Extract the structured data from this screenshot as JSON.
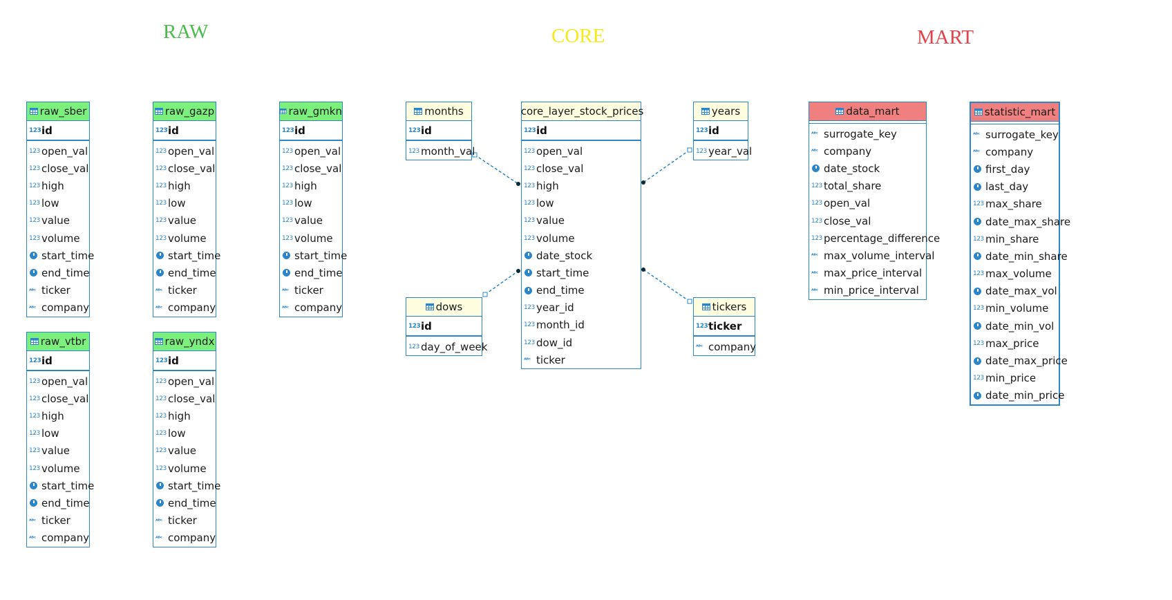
{
  "sections": {
    "raw": {
      "label": "RAW",
      "color": "#4cbb4c"
    },
    "core": {
      "label": "CORE",
      "color": "#f5ea1a"
    },
    "mart": {
      "label": "MART",
      "color": "#e8404a"
    }
  },
  "header_colors": {
    "raw": "#7cf07c",
    "core": "#fffde0",
    "mart": "#f08080"
  },
  "tables": {
    "raw_sber": {
      "name": "raw_sber",
      "pk": "id",
      "fields": [
        {
          "name": "open_val",
          "type": "123"
        },
        {
          "name": "close_val",
          "type": "123"
        },
        {
          "name": "high",
          "type": "123"
        },
        {
          "name": "low",
          "type": "123"
        },
        {
          "name": "value",
          "type": "123"
        },
        {
          "name": "volume",
          "type": "123"
        },
        {
          "name": "start_time",
          "type": "clock"
        },
        {
          "name": "end_time",
          "type": "clock"
        },
        {
          "name": "ticker",
          "type": "abc"
        },
        {
          "name": "company",
          "type": "abc"
        }
      ]
    },
    "raw_gazp": {
      "name": "raw_gazp",
      "pk": "id",
      "fields": [
        {
          "name": "open_val",
          "type": "123"
        },
        {
          "name": "close_val",
          "type": "123"
        },
        {
          "name": "high",
          "type": "123"
        },
        {
          "name": "low",
          "type": "123"
        },
        {
          "name": "value",
          "type": "123"
        },
        {
          "name": "volume",
          "type": "123"
        },
        {
          "name": "start_time",
          "type": "clock"
        },
        {
          "name": "end_time",
          "type": "clock"
        },
        {
          "name": "ticker",
          "type": "abc"
        },
        {
          "name": "company",
          "type": "abc"
        }
      ]
    },
    "raw_gmkn": {
      "name": "raw_gmkn",
      "pk": "id",
      "fields": [
        {
          "name": "open_val",
          "type": "123"
        },
        {
          "name": "close_val",
          "type": "123"
        },
        {
          "name": "high",
          "type": "123"
        },
        {
          "name": "low",
          "type": "123"
        },
        {
          "name": "value",
          "type": "123"
        },
        {
          "name": "volume",
          "type": "123"
        },
        {
          "name": "start_time",
          "type": "clock"
        },
        {
          "name": "end_time",
          "type": "clock"
        },
        {
          "name": "ticker",
          "type": "abc"
        },
        {
          "name": "company",
          "type": "abc"
        }
      ]
    },
    "raw_vtbr": {
      "name": "raw_vtbr",
      "pk": "id",
      "fields": [
        {
          "name": "open_val",
          "type": "123"
        },
        {
          "name": "close_val",
          "type": "123"
        },
        {
          "name": "high",
          "type": "123"
        },
        {
          "name": "low",
          "type": "123"
        },
        {
          "name": "value",
          "type": "123"
        },
        {
          "name": "volume",
          "type": "123"
        },
        {
          "name": "start_time",
          "type": "clock"
        },
        {
          "name": "end_time",
          "type": "clock"
        },
        {
          "name": "ticker",
          "type": "abc"
        },
        {
          "name": "company",
          "type": "abc"
        }
      ]
    },
    "raw_yndx": {
      "name": "raw_yndx",
      "pk": "id",
      "fields": [
        {
          "name": "open_val",
          "type": "123"
        },
        {
          "name": "close_val",
          "type": "123"
        },
        {
          "name": "high",
          "type": "123"
        },
        {
          "name": "low",
          "type": "123"
        },
        {
          "name": "value",
          "type": "123"
        },
        {
          "name": "volume",
          "type": "123"
        },
        {
          "name": "start_time",
          "type": "clock"
        },
        {
          "name": "end_time",
          "type": "clock"
        },
        {
          "name": "ticker",
          "type": "abc"
        },
        {
          "name": "company",
          "type": "abc"
        }
      ]
    },
    "months": {
      "name": "months",
      "pk": "id",
      "fields": [
        {
          "name": "month_val",
          "type": "123"
        }
      ]
    },
    "dows": {
      "name": "dows",
      "pk": "id",
      "fields": [
        {
          "name": "day_of_week",
          "type": "123"
        }
      ]
    },
    "core_layer_stock_prices": {
      "name": "core_layer_stock_prices",
      "pk": "id",
      "fields": [
        {
          "name": "open_val",
          "type": "123"
        },
        {
          "name": "close_val",
          "type": "123"
        },
        {
          "name": "high",
          "type": "123"
        },
        {
          "name": "low",
          "type": "123"
        },
        {
          "name": "value",
          "type": "123"
        },
        {
          "name": "volume",
          "type": "123"
        },
        {
          "name": "date_stock",
          "type": "clock"
        },
        {
          "name": "start_time",
          "type": "clock"
        },
        {
          "name": "end_time",
          "type": "clock"
        },
        {
          "name": "year_id",
          "type": "123"
        },
        {
          "name": "month_id",
          "type": "123"
        },
        {
          "name": "dow_id",
          "type": "123"
        },
        {
          "name": "ticker",
          "type": "abc"
        }
      ]
    },
    "years": {
      "name": "years",
      "pk": "id",
      "fields": [
        {
          "name": "year_val",
          "type": "123"
        }
      ]
    },
    "tickers": {
      "name": "tickers",
      "pk": "ticker",
      "fields": [
        {
          "name": "company",
          "type": "abc"
        }
      ]
    },
    "data_mart": {
      "name": "data_mart",
      "fields": [
        {
          "name": "surrogate_key",
          "type": "abc"
        },
        {
          "name": "company",
          "type": "abc"
        },
        {
          "name": "date_stock",
          "type": "clock"
        },
        {
          "name": "total_share",
          "type": "123"
        },
        {
          "name": "open_val",
          "type": "123"
        },
        {
          "name": "close_val",
          "type": "123"
        },
        {
          "name": "percentage_difference",
          "type": "123"
        },
        {
          "name": "max_volume_interval",
          "type": "abc"
        },
        {
          "name": "max_price_interval",
          "type": "abc"
        },
        {
          "name": "min_price_interval",
          "type": "abc"
        }
      ]
    },
    "statistic_mart": {
      "name": "statistic_mart",
      "fields": [
        {
          "name": "surrogate_key",
          "type": "abc"
        },
        {
          "name": "company",
          "type": "abc"
        },
        {
          "name": "first_day",
          "type": "clock"
        },
        {
          "name": "last_day",
          "type": "clock"
        },
        {
          "name": "max_share",
          "type": "123"
        },
        {
          "name": "date_max_share",
          "type": "clock"
        },
        {
          "name": "min_share",
          "type": "123"
        },
        {
          "name": "date_min_share",
          "type": "clock"
        },
        {
          "name": "max_volume",
          "type": "123"
        },
        {
          "name": "date_max_vol",
          "type": "clock"
        },
        {
          "name": "min_volume",
          "type": "123"
        },
        {
          "name": "date_min_vol",
          "type": "clock"
        },
        {
          "name": "max_price",
          "type": "123"
        },
        {
          "name": "date_max_price",
          "type": "clock"
        },
        {
          "name": "min_price",
          "type": "123"
        },
        {
          "name": "date_min_price",
          "type": "clock"
        }
      ]
    }
  },
  "relations": [
    {
      "from": "months",
      "to": "core_layer_stock_prices"
    },
    {
      "from": "dows",
      "to": "core_layer_stock_prices"
    },
    {
      "from": "years",
      "to": "core_layer_stock_prices"
    },
    {
      "from": "tickers",
      "to": "core_layer_stock_prices"
    }
  ]
}
